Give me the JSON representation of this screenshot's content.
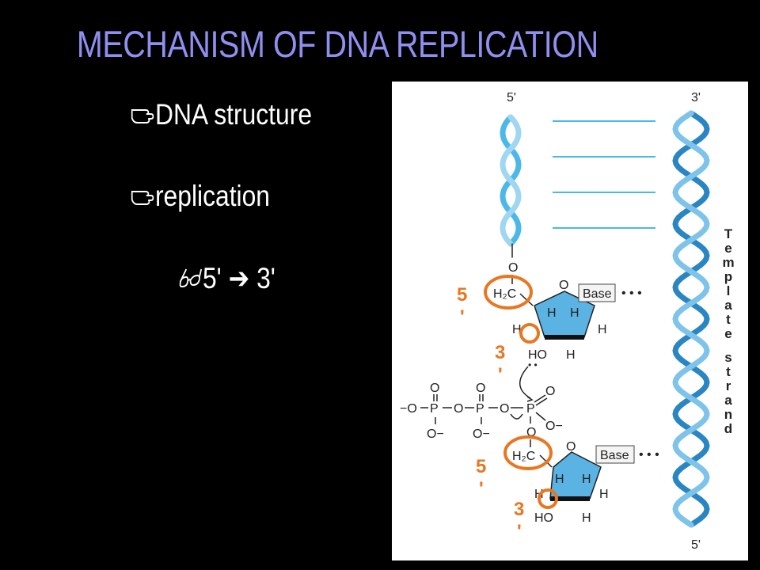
{
  "title": "MECHANISM OF DNA REPLICATION",
  "bullets": [
    {
      "text": "DNA structure",
      "icon": "pointing-hand-icon"
    },
    {
      "text": "replication",
      "icon": "pointing-hand-icon"
    },
    {
      "text": "5' ➔ 3'",
      "icon": "glasses-icon"
    }
  ],
  "figure": {
    "left_strand_top": "5'",
    "right_strand_top": "3'",
    "right_strand_bottom": "5'",
    "template_label": "Template strand",
    "base_label": "Base",
    "dots": "• • •",
    "annotations": {
      "upper_5": "5",
      "upper_5_prime": "'",
      "upper_3": "3",
      "upper_3_prime": "'",
      "lower_5": "5",
      "lower_5_prime": "'",
      "lower_3": "3",
      "lower_3_prime": "'"
    },
    "chem": {
      "o": "O",
      "h2c": "H₂C",
      "h": "H",
      "ho": "HO",
      "p": "P",
      "o_minus": "O−",
      "minus_o": "−O"
    }
  },
  "colors": {
    "title": "#8f8ff0",
    "orange": "#e87722",
    "helix_light": "#4cb8e8",
    "helix_dark": "#2a86c2",
    "pentose": "#5ab3e3"
  }
}
